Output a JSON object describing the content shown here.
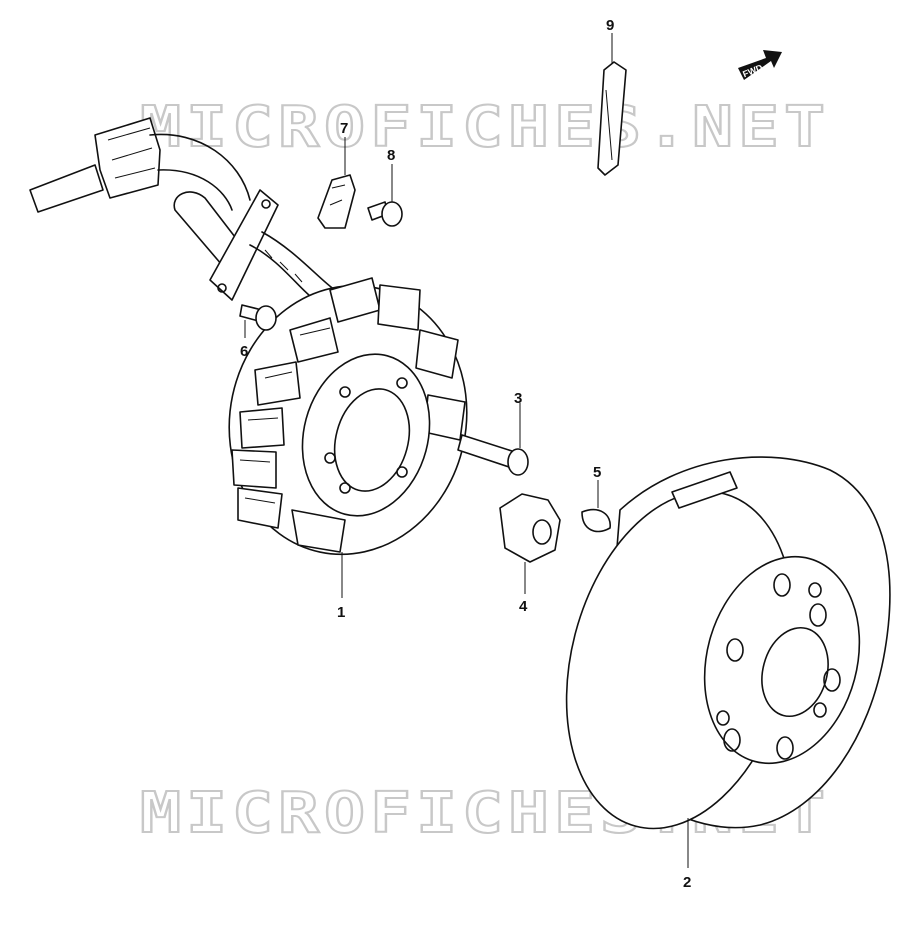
{
  "watermark": {
    "top": "MICROFICHES.NET",
    "bottom": "MICROFICHES.NET"
  },
  "direction_badge": "FWD",
  "callouts": [
    "1",
    "2",
    "3",
    "4",
    "5",
    "6",
    "7",
    "8",
    "9"
  ],
  "colors": {
    "line": "#111111",
    "watermark": "#c8c8c8",
    "background": "#ffffff"
  }
}
